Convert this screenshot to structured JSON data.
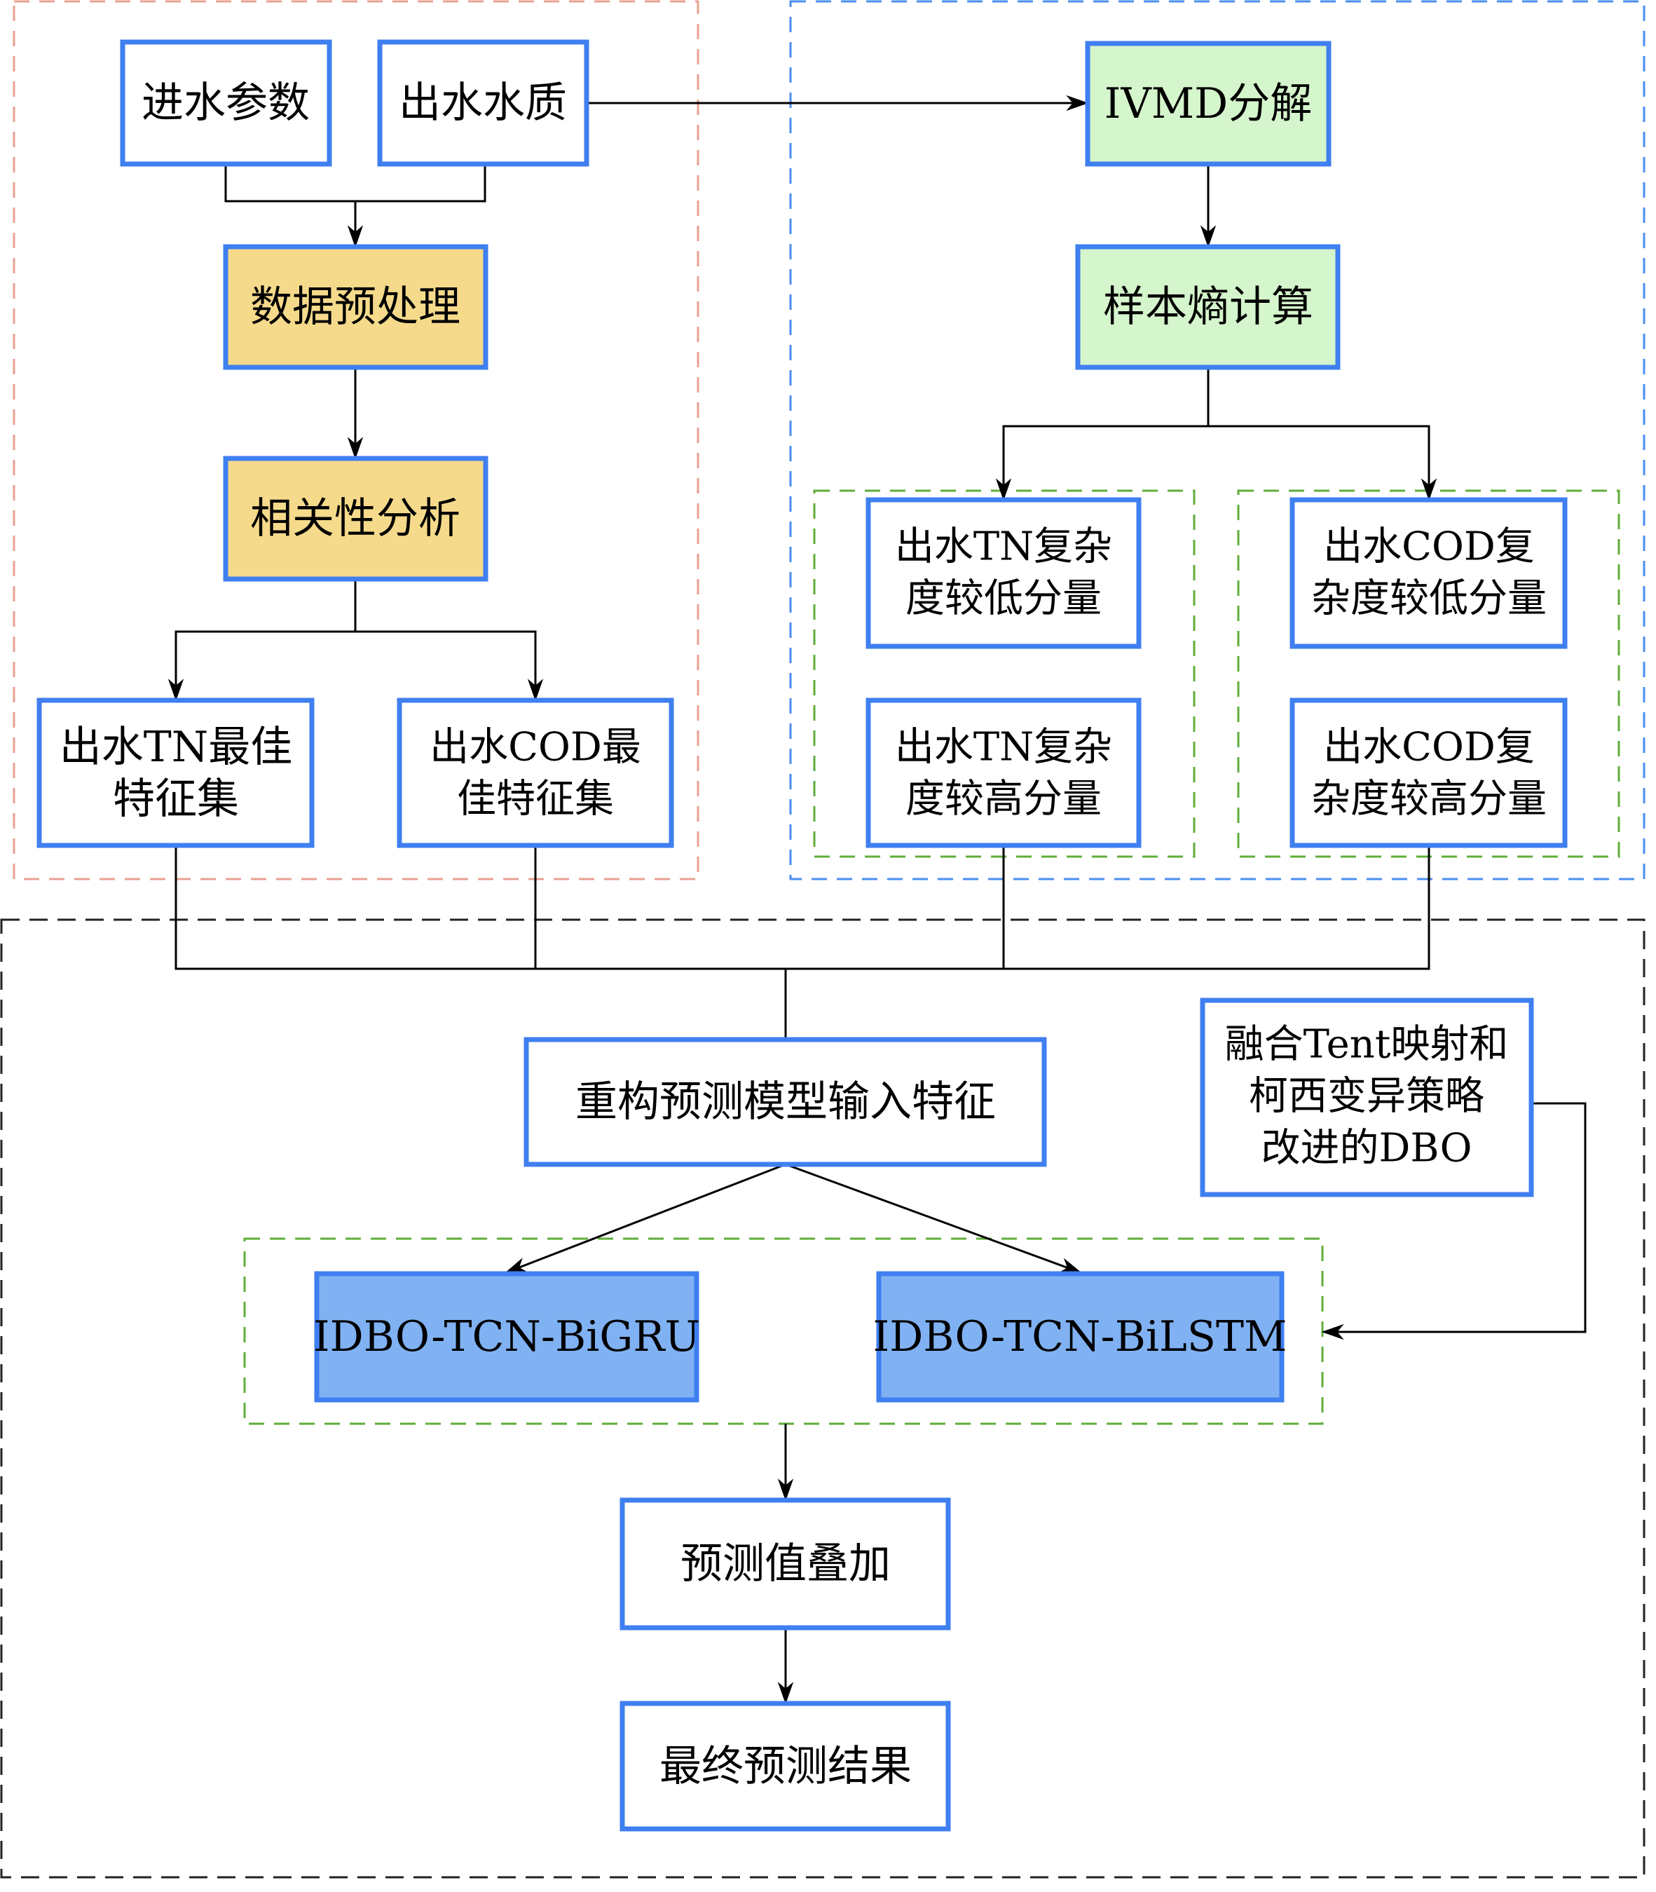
{
  "colors": {
    "box_border": "#3f7ff0",
    "input_fill": "#ffffff",
    "preprocess_fill": "#f5da8b",
    "decomposition_fill": "#d5f5cc",
    "model_fill": "#80b2f3",
    "group_feature_selection": "#e8a090",
    "group_decomposition": "#4a8ef0",
    "group_prediction": "#222222",
    "subgroup": "#5fae3a"
  },
  "nodes": {
    "influent_params": {
      "lines": [
        "进水参数"
      ]
    },
    "effluent_quality": {
      "lines": [
        "出水水质"
      ]
    },
    "data_preprocessing": {
      "lines": [
        "数据预处理"
      ]
    },
    "correlation_analysis": {
      "lines": [
        "相关性分析"
      ]
    },
    "tn_best_features": {
      "lines": [
        "出水TN最佳",
        "特征集"
      ]
    },
    "cod_best_features": {
      "lines": [
        "出水COD最",
        "佳特征集"
      ]
    },
    "ivmd": {
      "lines": [
        "IVMD分解"
      ]
    },
    "sample_entropy": {
      "lines": [
        "样本熵计算"
      ]
    },
    "tn_low": {
      "lines": [
        "出水TN复杂",
        "度较低分量"
      ]
    },
    "tn_high": {
      "lines": [
        "出水TN复杂",
        "度较高分量"
      ]
    },
    "cod_low": {
      "lines": [
        "出水COD复",
        "杂度较低分量"
      ]
    },
    "cod_high": {
      "lines": [
        "出水COD复",
        "杂度较高分量"
      ]
    },
    "reconstruct": {
      "lines": [
        "重构预测模型输入特征"
      ]
    },
    "idbo": {
      "lines": [
        "融合Tent映射和",
        "柯西变异策略",
        "改进的DBO"
      ]
    },
    "bigru": {
      "lines": [
        "IDBO-TCN-BiGRU"
      ]
    },
    "bilstm": {
      "lines": [
        "IDBO-TCN-BiLSTM"
      ]
    },
    "superposition": {
      "lines": [
        "预测值叠加"
      ]
    },
    "final": {
      "lines": [
        "最终预测结果"
      ]
    }
  }
}
